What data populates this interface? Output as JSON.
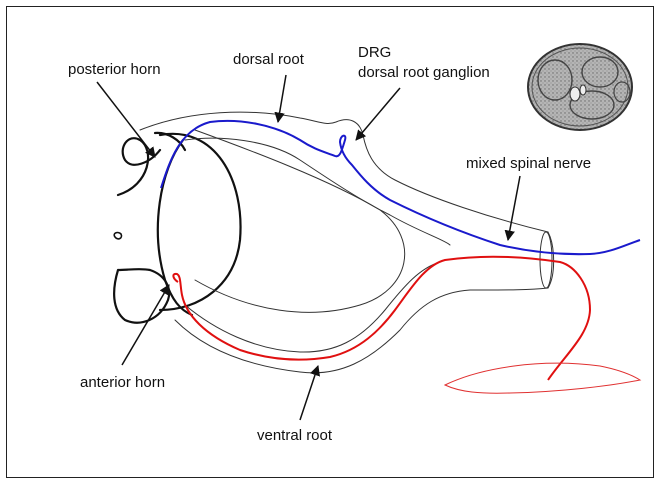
{
  "labels": {
    "posterior_horn": "posterior horn",
    "dorsal_root": "dorsal root",
    "drg_abbrev": "DRG",
    "drg_full": "dorsal root ganglion",
    "mixed_spinal_nerve": "mixed spinal nerve",
    "anterior_horn": "anterior horn",
    "ventral_root": "ventral root"
  },
  "colors": {
    "sensory_fiber": "#1a1acc",
    "motor_fiber": "#e01010",
    "outline": "#111111",
    "nerve_sheath": "#333333",
    "muscle": "#e03030"
  },
  "icons": {
    "nerve_cross_section": "nerve-cross-section-image"
  }
}
